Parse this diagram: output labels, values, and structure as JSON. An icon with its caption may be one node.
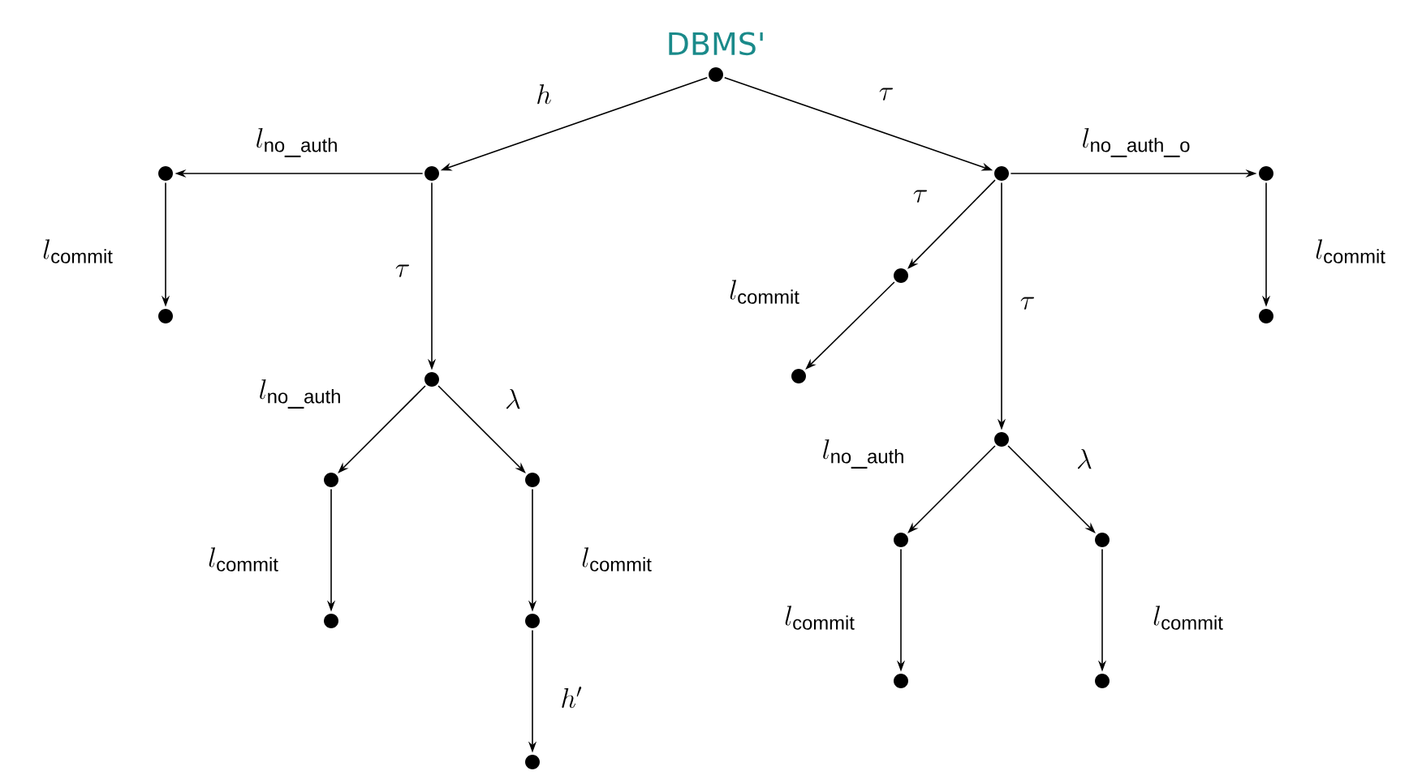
{
  "diagram": {
    "nodes": [
      {
        "text": [],
        "shape": "circle",
        "beside": [
          "DBMS'"
        ]
      },
      {
        "text": [],
        "shape": "circle"
      },
      {
        "text": [],
        "shape": "circle"
      },
      {
        "text": [],
        "shape": "circle"
      },
      {
        "text": [],
        "shape": "circle"
      },
      {
        "text": [],
        "shape": "circle"
      },
      {
        "text": [],
        "shape": "circle"
      },
      {
        "text": [],
        "shape": "circle"
      },
      {
        "text": [],
        "shape": "circle"
      },
      {
        "text": [],
        "shape": "circle"
      },
      {
        "text": [],
        "shape": "circle"
      },
      {
        "text": [],
        "shape": "circle"
      },
      {
        "text": [],
        "shape": "circle"
      },
      {
        "text": [],
        "shape": "circle"
      },
      {
        "text": [],
        "shape": "circle"
      },
      {
        "text": [],
        "shape": "circle"
      },
      {
        "text": [],
        "shape": "circle"
      },
      {
        "text": [],
        "shape": "circle"
      },
      {
        "text": [],
        "shape": "circle"
      },
      {
        "text": [],
        "shape": "circle"
      }
    ],
    "edges": [
      {
        "from": 0,
        "to": 1,
        "arrow": "to",
        "label": "h"
      },
      {
        "from": 1,
        "to": 2,
        "arrow": "to",
        "label": "l_{\\mathrm{no\\_auth}}"
      },
      {
        "from": 2,
        "to": 3,
        "arrow": "to",
        "label": "l_{\\mathrm{commit}}"
      },
      {
        "from": 1,
        "to": 4,
        "arrow": "to",
        "label": "\\tau"
      },
      {
        "from": 4,
        "to": 5,
        "arrow": "to",
        "label": "l_{\\mathrm{no\\_auth}}"
      },
      {
        "from": 4,
        "to": 7,
        "arrow": "to",
        "label": "\\lambda"
      },
      {
        "from": 5,
        "to": 6,
        "arrow": "to",
        "label": "l_{\\mathrm{commit}}"
      },
      {
        "from": 7,
        "to": 8,
        "arrow": "to",
        "label": "l_{\\mathrm{commit}}"
      },
      {
        "from": 8,
        "to": 9,
        "arrow": "to",
        "label": "h'"
      },
      {
        "from": 0,
        "to": 10,
        "arrow": "to",
        "label": "\\tau"
      },
      {
        "from": 10,
        "to": 13,
        "arrow": "to",
        "label": "l_{\\mathrm{no\\_auth\\_o}}"
      },
      {
        "from": 13,
        "to": 14,
        "arrow": "to",
        "label": "l_{\\mathrm{commit}}"
      },
      {
        "from": 10,
        "to": 11,
        "arrow": "to",
        "label": "\\tau"
      },
      {
        "from": 11,
        "to": 12,
        "arrow": "to",
        "label": "l_{\\mathrm{commit}}"
      },
      {
        "from": 10,
        "to": 15,
        "arrow": "to",
        "label": "\\tau"
      },
      {
        "from": 15,
        "to": 16,
        "arrow": "to",
        "label": "l_{\\mathrm{no\\_auth}}"
      },
      {
        "from": 15,
        "to": 18,
        "arrow": "to",
        "label": "\\lambda"
      },
      {
        "from": 16,
        "to": 17,
        "arrow": "to",
        "label": "l_{\\mathrm{commit}}"
      },
      {
        "from": 18,
        "to": 19,
        "arrow": "to",
        "label": "l_{\\mathrm{commit}}"
      }
    ]
  }
}
